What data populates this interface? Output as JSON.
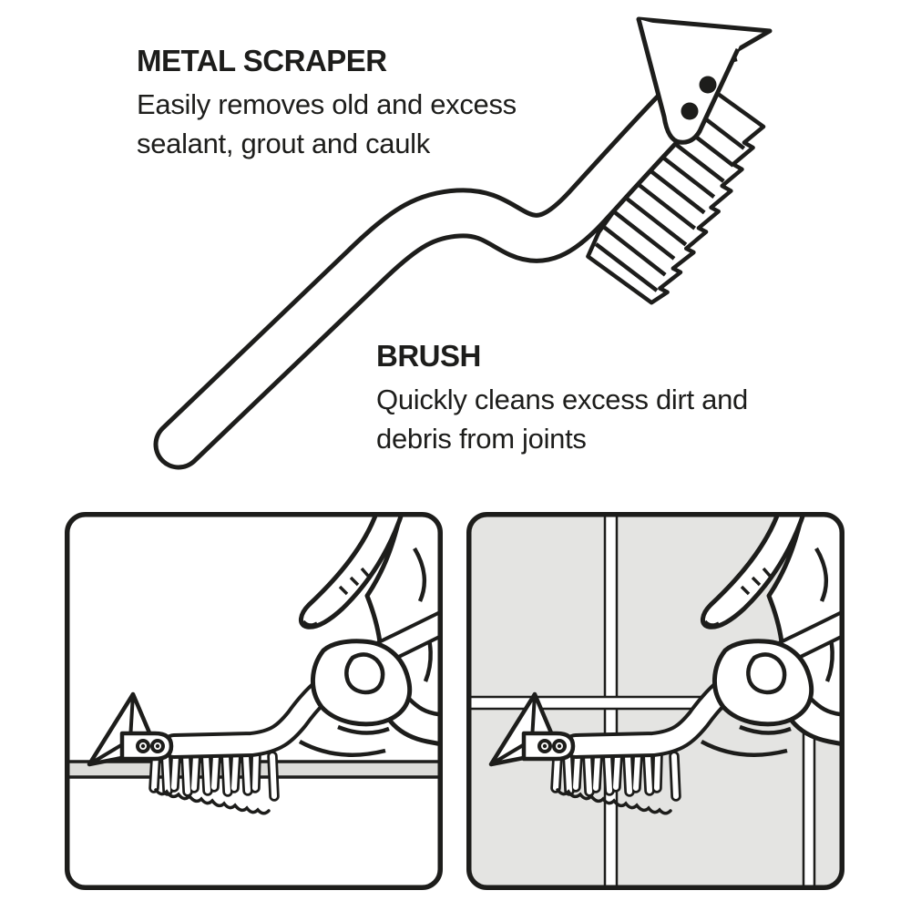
{
  "colors": {
    "line": "#1d1d1b",
    "paper": "#ffffff",
    "tile": "#e4e4e2",
    "joint": "#dcdcd9"
  },
  "callouts": {
    "scraper": {
      "title": "METAL SCRAPER",
      "line1": "Easily removes old and excess",
      "line2": "sealant, grout and caulk"
    },
    "brush": {
      "title": "BRUSH",
      "line1": "Quickly cleans excess dirt and",
      "line2": "debris from joints"
    }
  }
}
